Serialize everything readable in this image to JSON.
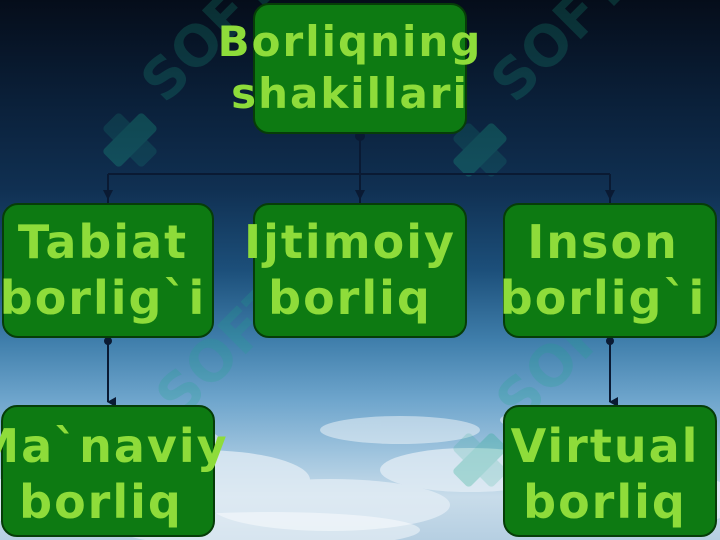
{
  "diagram": {
    "root": {
      "lines": [
        "Borliqning",
        "shakillari"
      ]
    },
    "level1": [
      {
        "id": "tabiat",
        "lines": [
          "Tabiat",
          "borlig`i"
        ]
      },
      {
        "id": "ijtimoiy",
        "lines": [
          "Ijtimoiy",
          "borliq"
        ]
      },
      {
        "id": "inson",
        "lines": [
          "Inson",
          "borlig`i"
        ]
      }
    ],
    "level2": [
      {
        "id": "manaviy",
        "parent": "tabiat",
        "lines": [
          "Ma`naviy",
          "borliq"
        ]
      },
      {
        "id": "virtual",
        "parent": "inson",
        "lines": [
          "Virtual",
          "borliq"
        ]
      }
    ]
  },
  "watermark": {
    "text": "SOFT"
  },
  "colors": {
    "node_fill": "#0d7a12",
    "node_border": "#063d08",
    "node_text": "#8edc3a",
    "connector": "#0a1a33"
  }
}
